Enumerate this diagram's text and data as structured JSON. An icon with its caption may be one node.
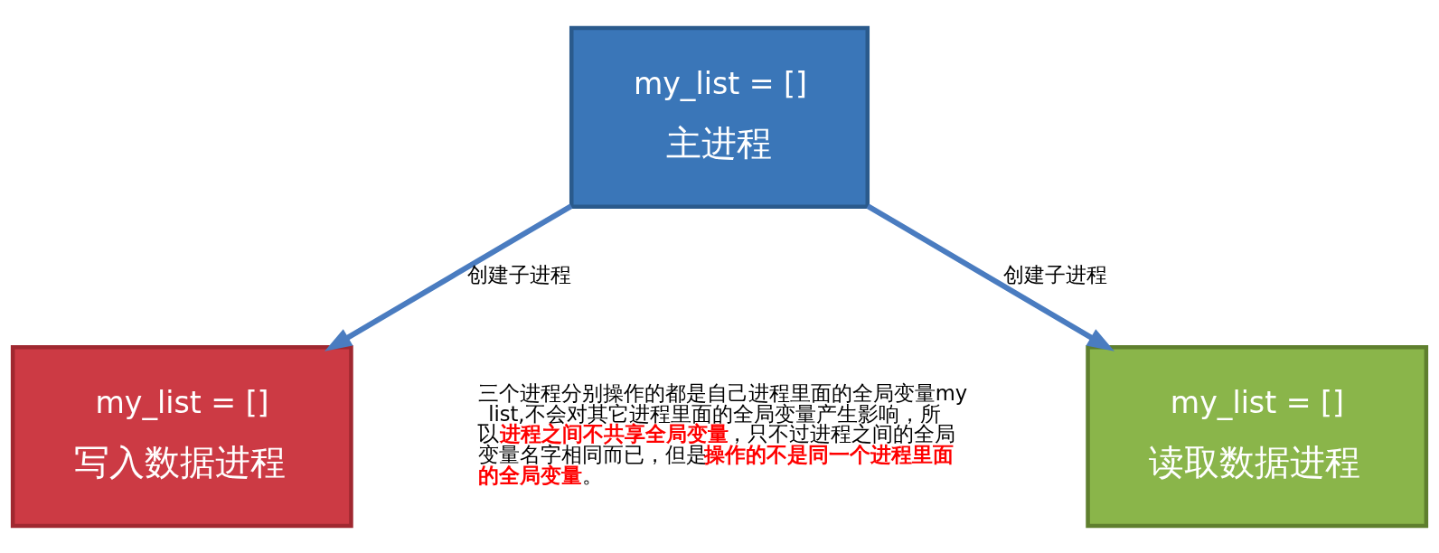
{
  "diagram": {
    "nodes": [
      {
        "text": [
          "my_list = []",
          "主进程"
        ]
      },
      {
        "text": [
          "my_list = []",
          "写入数据进程"
        ]
      },
      {
        "text": [
          "my_list = []",
          "读取数据进程"
        ]
      }
    ],
    "edges": [
      {
        "from": 0,
        "to": 1,
        "arrow": "to",
        "label": "创建子进程"
      },
      {
        "from": 0,
        "to": 2,
        "arrow": "to",
        "label": "创建子进程"
      }
    ],
    "labels": [
      "三个进程分别操作的都是自己进程里面的全局变量my_list,不会对其它进程里面的全局变量产生影响，所以**进程之间不共享全局变量**，只不过进程之间的全局变量名字相同而已，但是**操作的不是同一个进程里面的全局变量**。"
    ]
  }
}
